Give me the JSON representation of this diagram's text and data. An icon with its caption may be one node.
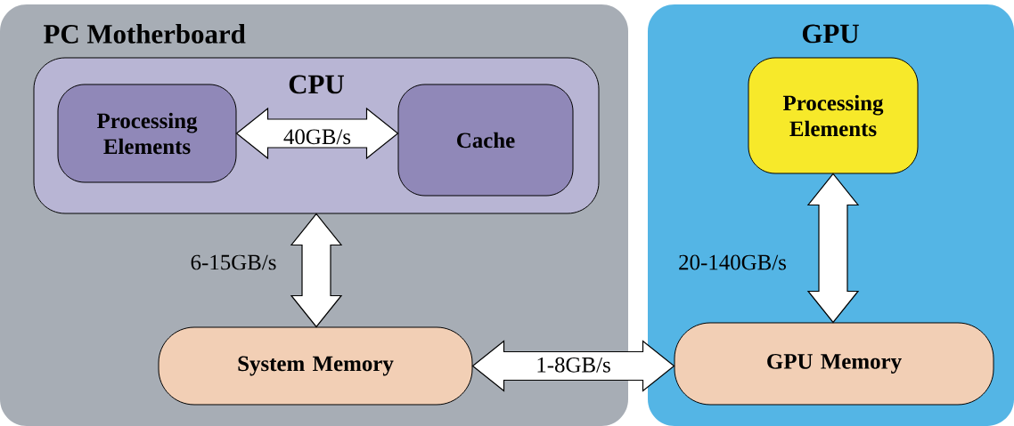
{
  "diagram": {
    "nodes": [
      {
        "text": [
          "PC Motherboard"
        ]
      },
      {
        "text": [
          "CPU"
        ],
        "in": 0
      },
      {
        "text": [
          "Processing Elements"
        ],
        "in": 1
      },
      {
        "text": [
          "Cache"
        ],
        "in": 1
      },
      {
        "text": [
          "GPU"
        ]
      },
      {
        "text": [
          "Processing Elements"
        ],
        "in": 4
      },
      {
        "text": [
          "System Memory"
        ],
        "in": 0
      },
      {
        "text": [
          "GPU Memory"
        ],
        "in": 4
      }
    ],
    "edges": [
      {
        "from": 2,
        "to": 3,
        "arrow": "both",
        "label": "40GB/s"
      },
      {
        "from": 1,
        "to": 6,
        "arrow": "both",
        "label": "6-15GB/s"
      },
      {
        "from": 6,
        "to": 7,
        "arrow": "both",
        "label": "1-8GB/s"
      },
      {
        "from": 5,
        "to": 7,
        "arrow": "both",
        "label": "20-140GB/s"
      }
    ]
  }
}
